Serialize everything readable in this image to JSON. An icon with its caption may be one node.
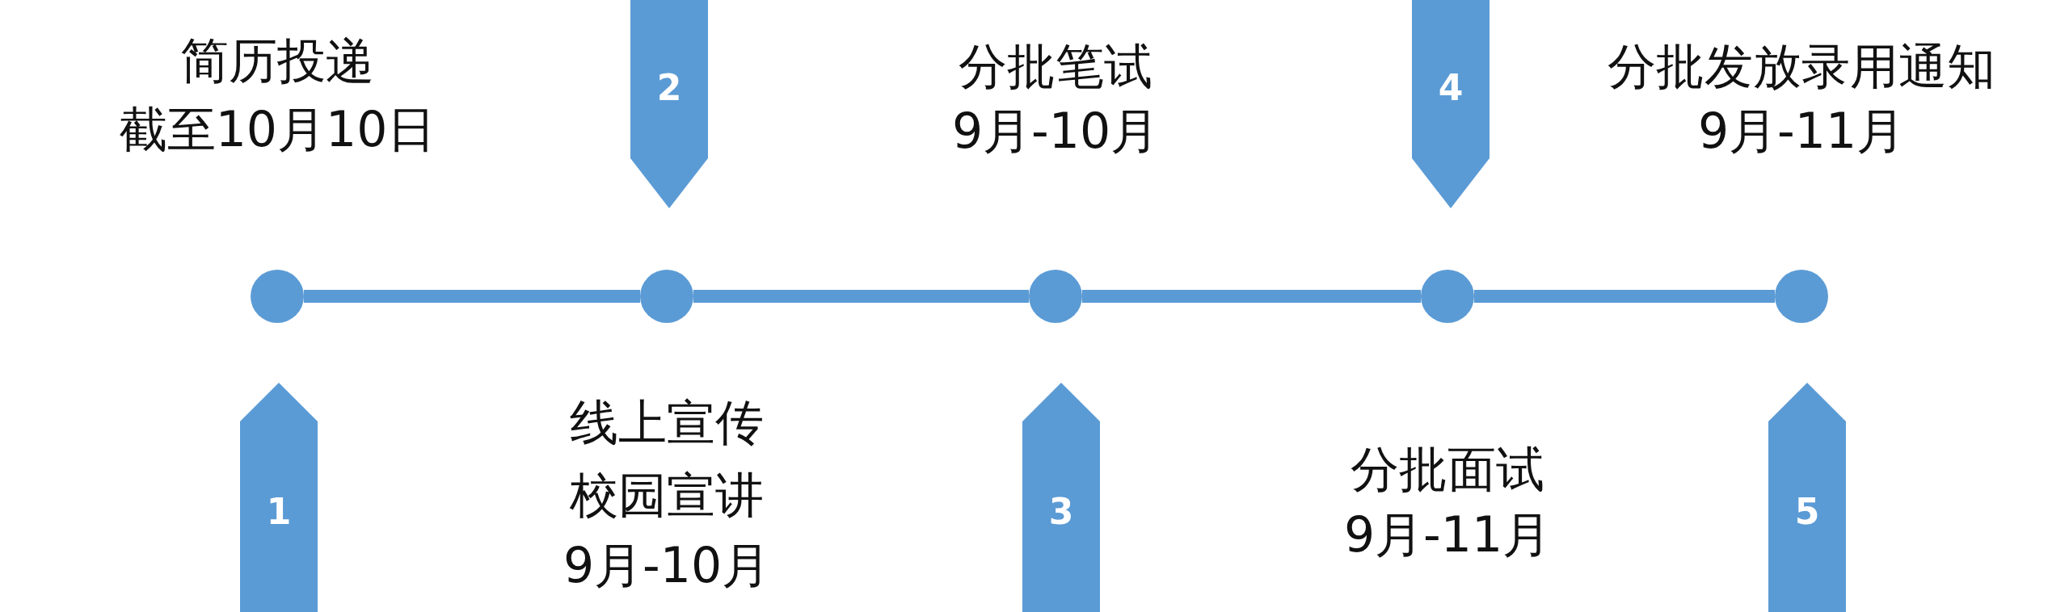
{
  "diagram": {
    "nodes": [
      {
        "text": [],
        "shape": "circle",
        "beside": [
          "简历投递",
          "截至10月10日"
        ]
      },
      {
        "text": [],
        "shape": "circle",
        "beside": [
          "线上宣传",
          "校园宣讲",
          "9月-10月"
        ]
      },
      {
        "text": [],
        "shape": "circle",
        "beside": [
          "分批笔试",
          "9月-10月"
        ]
      },
      {
        "text": [],
        "shape": "circle",
        "beside": [
          "分批面试",
          "9月-11月"
        ]
      },
      {
        "text": [],
        "shape": "circle",
        "beside": [
          "分批发放录用通知",
          "9月-11月"
        ]
      },
      {
        "text": [
          "1"
        ]
      },
      {
        "text": [
          "2"
        ]
      },
      {
        "text": [
          "3"
        ]
      },
      {
        "text": [
          "4"
        ]
      },
      {
        "text": [
          "5"
        ]
      }
    ],
    "edges": [
      {
        "from": 0,
        "to": 1,
        "arrow": "none"
      },
      {
        "from": 1,
        "to": 2,
        "arrow": "none"
      },
      {
        "from": 2,
        "to": 3,
        "arrow": "none"
      },
      {
        "from": 3,
        "to": 4,
        "arrow": "none"
      }
    ]
  }
}
